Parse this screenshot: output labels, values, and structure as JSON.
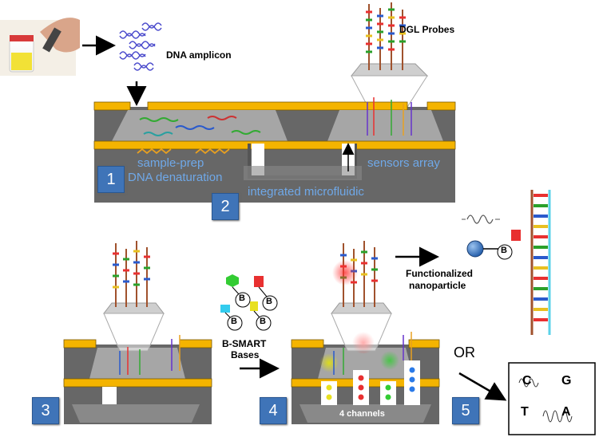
{
  "labels": {
    "dna_amplicon": "DNA amplicon",
    "dgl_probes": "DGL Probes",
    "sample_prep": "sample-prep",
    "dna_denaturation": "DNA denaturation",
    "sensors_array": "sensors array",
    "integrated_microfluidic": "integrated microfluidic",
    "functionalized": "Functionalized",
    "nanoparticle": "nanoparticle",
    "bsmart": "B-SMART",
    "bases": "Bases",
    "four_channels": "4 channels",
    "or": "OR",
    "bead_letter": "B"
  },
  "steps": [
    "1",
    "2",
    "3",
    "4",
    "5"
  ],
  "result_letters": [
    "C",
    "G",
    "T",
    "A"
  ],
  "colors": {
    "chip_dark": "#676767",
    "chip_light": "#a6a6a6",
    "gold": "#f4b400",
    "step_blue": "#3f74b8",
    "label_blue": "#6fa8e8"
  }
}
